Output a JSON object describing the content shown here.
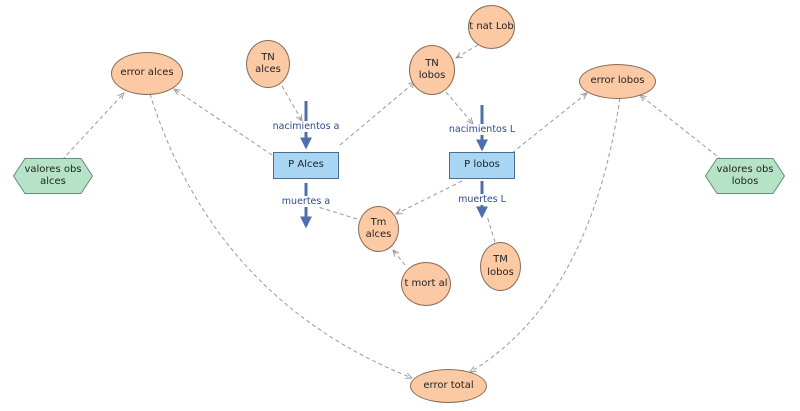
{
  "colors": {
    "auxiliary_fill": "#fcc9a5",
    "stock_fill": "#a9d6f5",
    "data_fill": "#b6e3c8",
    "flow_color": "#4e6fae",
    "link_color": "#999999"
  },
  "auxiliaries": {
    "error_alces": "error alces",
    "error_lobos": "error lobos",
    "error_total": "error total",
    "tn_alces": "TN alces",
    "tn_lobos": "TN\nlobos",
    "t_nat_lob": "t nat Lob",
    "tm_alces": "Tm alces",
    "tm_lobos": "TM\nlobos",
    "t_mort_al": "t mort al"
  },
  "stocks": {
    "p_alces": "P Alces",
    "p_lobos": "P lobos"
  },
  "data_nodes": {
    "valores_obs_alces": "valores obs\nalces",
    "valores_obs_lobos": "valores obs\nlobos"
  },
  "flows": {
    "nacimientos_a": "nacimientos a",
    "muertes_a": "muertes a",
    "nacimientos_l": "nacimientos L",
    "muertes_l": "muertes L"
  }
}
